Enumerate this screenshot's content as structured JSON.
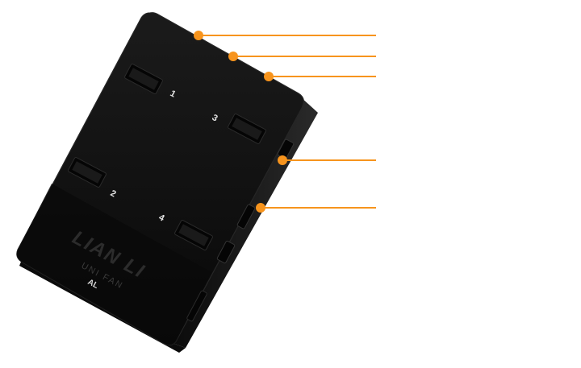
{
  "product": {
    "brand_logo": "LIAN LI",
    "model_text": "UNI FAN",
    "series_text": "AL",
    "port_numbers": [
      "1",
      "2",
      "3",
      "4"
    ]
  },
  "callouts": {
    "count": 5,
    "labels": []
  },
  "colors": {
    "background": "#ffffff",
    "device_body": "#111111",
    "device_edge": "#1d1d1d",
    "accent_orange": "#f7941d",
    "print_light": "#e6e6e6",
    "print_dim": "#2c2c2c"
  }
}
